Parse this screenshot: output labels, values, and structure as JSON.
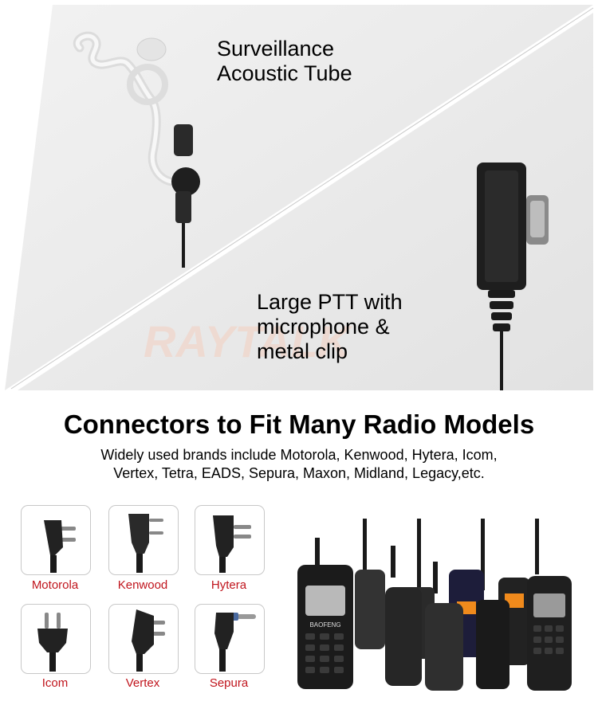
{
  "hero": {
    "label_tube": [
      "Surveillance",
      "Acoustic Tube"
    ],
    "label_ptt": [
      "Large PTT with",
      "microphone &",
      "metal clip"
    ],
    "watermark": "RAYTALK",
    "band_color": "#ebebeb"
  },
  "heading": "Connectors to Fit Many Radio Models",
  "subtext": [
    "Widely used brands include Motorola, Kenwood, Hytera, Icom,",
    "Vertex, Tetra, EADS, Sepura, Maxon, Midland, Legacy,etc."
  ],
  "connectors": [
    {
      "name": "Motorola",
      "icon": "motorola-connector-icon"
    },
    {
      "name": "Kenwood",
      "icon": "kenwood-connector-icon"
    },
    {
      "name": "Hytera",
      "icon": "hytera-connector-icon"
    },
    {
      "name": "Icom",
      "icon": "icom-connector-icon"
    },
    {
      "name": "Vertex",
      "icon": "vertex-connector-icon"
    },
    {
      "name": "Sepura",
      "icon": "sepura-connector-icon"
    }
  ],
  "radios_image": {
    "icon": "two-way-radios-icon",
    "screen_color": "#f08a1c",
    "brand_text": "BAOFENG"
  },
  "colors": {
    "connector_label": "#c0141c",
    "text": "#000000",
    "watermark": "#f3cfc0"
  }
}
